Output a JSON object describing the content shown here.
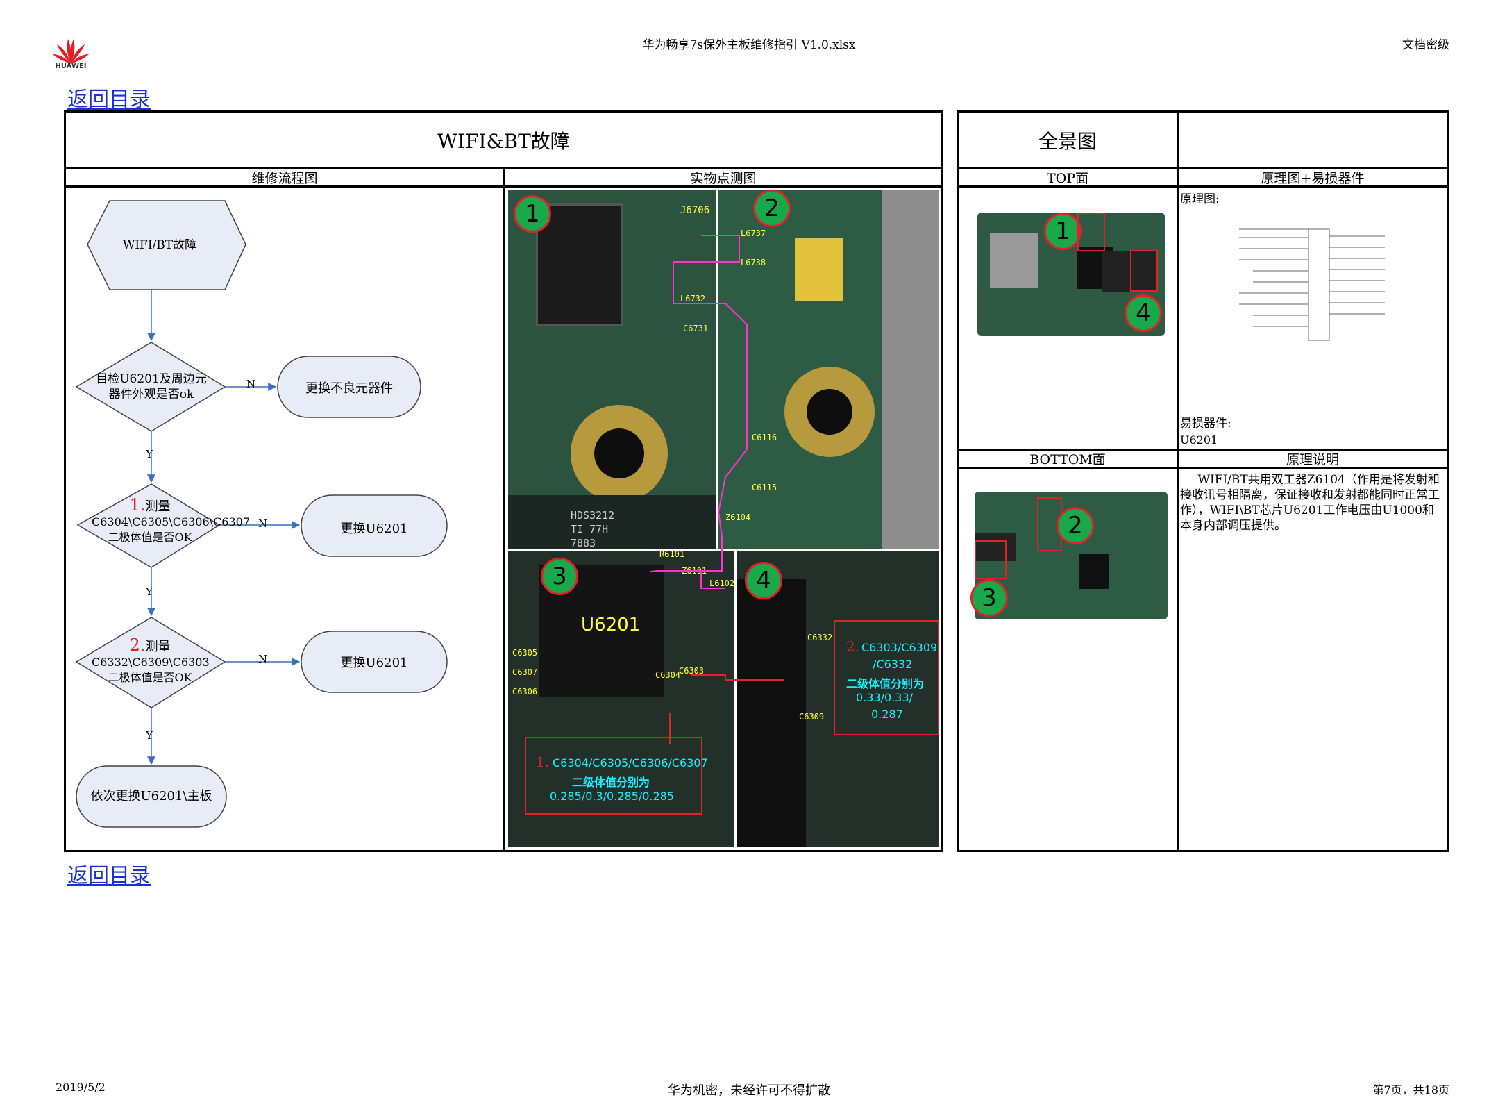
{
  "header": {
    "logo_text": "HUAWEI",
    "doc_title": "华为畅享7s保外主板维修指引 V1.0.xlsx",
    "security_label": "文档密级"
  },
  "nav": {
    "back_link": "返回目录"
  },
  "main_table": {
    "fault_title": "WIFI&BT故障",
    "panorama_title": "全景图",
    "flow_header": "维修流程图",
    "photo_header": "实物点测图",
    "top_header": "TOP面",
    "schematic_header": "原理图+易损器件",
    "bottom_header": "BOTTOM面",
    "principle_header": "原理说明"
  },
  "flowchart": {
    "start": "WIFI/BT故障",
    "d1": "目检U6201及周边元器件外观是否ok",
    "r1": "更换不良元器件",
    "d2_num": "1.",
    "d2_label": "测量",
    "d2_text": "C6304\\C6305\\C6306\\C6307二极体值是否OK",
    "r2": "更换U6201",
    "d3_num": "2.",
    "d3_label": "测量",
    "d3_text": "C6332\\C6309\\C6303二极体值是否OK",
    "r3": "更换U6201",
    "end": "依次更换U6201\\主板",
    "no": "N",
    "yes": "Y"
  },
  "photos": {
    "n1": "1",
    "n2": "2",
    "n3": "3",
    "n4": "4",
    "chip_label": "U6201",
    "silk1": "HDS3212",
    "silk2": "TI 77H",
    "silk3": "7883",
    "p1_labels": [
      "J6706",
      "L6737",
      "L6738",
      "L6732",
      "C6731",
      "C6116",
      "C6115",
      "Z6104"
    ],
    "p3_labels": [
      "R6101",
      "Z6101",
      "L6102",
      "C6305",
      "C6307",
      "C6306",
      "C6304",
      "C6303"
    ],
    "p4_labels": [
      "C6332",
      "C6309"
    ],
    "callout1_num": "1.",
    "callout1_caps": "C6304/C6305/C6306/C6307",
    "callout1_label": "二级体值分别为",
    "callout1_vals": "0.285/0.3/0.285/0.285",
    "callout2_num": "2.",
    "callout2_caps": "C6303/C6309",
    "callout2_cap3": "/C6332",
    "callout2_label": "二级体值分别为",
    "callout2_vals": "0.33/0.33/",
    "callout2_vals2": "0.287"
  },
  "right_panel": {
    "schematic_label": "原理图:",
    "vulnerable_label": "易损器件:",
    "vulnerable_part": "U6201",
    "principle_text": "WIFI/BT共用双工器Z6104（作用是将发射和接收讯号相隔离，保证接收和发射都能同时正常工作），WIFI\\BT芯片U6201工作电压由U1000和本身内部调压提供。"
  },
  "footer": {
    "date": "2019/5/2",
    "confidential": "华为机密，未经许可不得扩散",
    "page": "第7页，共18页"
  }
}
